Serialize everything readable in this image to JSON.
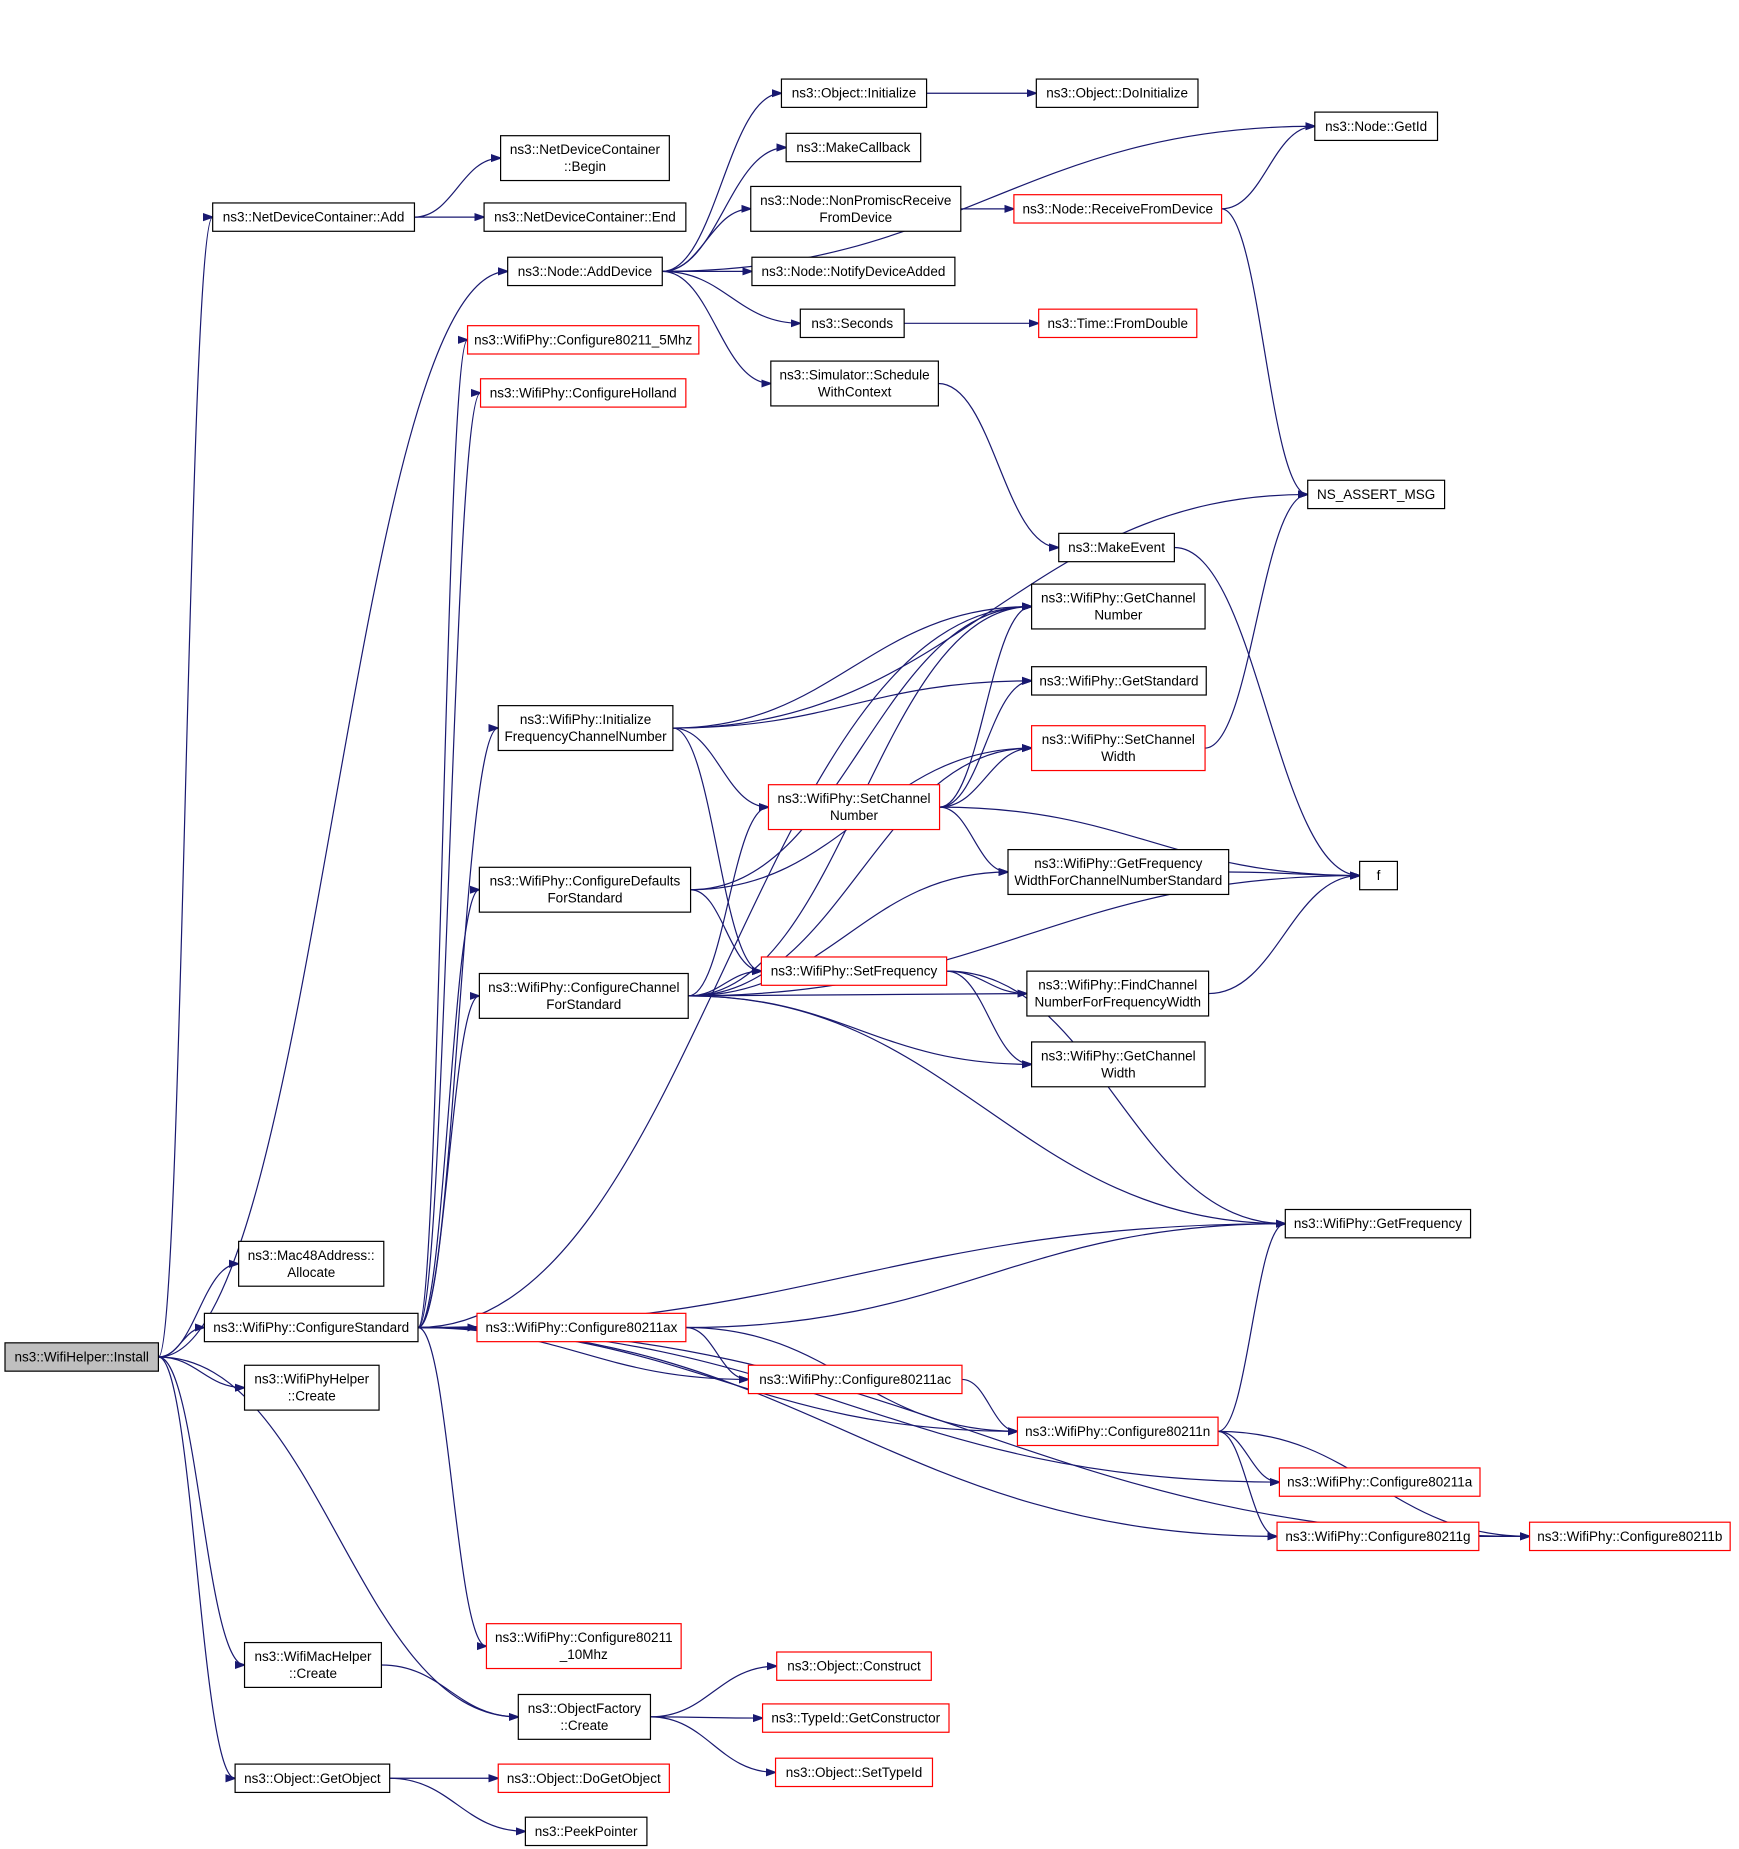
{
  "colors": {
    "edge": "#191970",
    "box_normal": "#000000",
    "box_linked": "#ff0000",
    "box_root_fill": "#bfbfbf"
  },
  "nodes": [
    {
      "id": "install",
      "lines": [
        "ns3::WifiHelper::Install"
      ],
      "style": "root"
    },
    {
      "id": "ndc_add",
      "lines": [
        "ns3::NetDeviceContainer::Add"
      ],
      "style": "normal"
    },
    {
      "id": "ndc_begin",
      "lines": [
        "ns3::NetDeviceContainer",
        "::Begin"
      ],
      "style": "normal"
    },
    {
      "id": "ndc_end",
      "lines": [
        "ns3::NetDeviceContainer::End"
      ],
      "style": "normal"
    },
    {
      "id": "node_adddevice",
      "lines": [
        "ns3::Node::AddDevice"
      ],
      "style": "normal"
    },
    {
      "id": "obj_initialize",
      "lines": [
        "ns3::Object::Initialize"
      ],
      "style": "normal"
    },
    {
      "id": "obj_doinitialize",
      "lines": [
        "ns3::Object::DoInitialize"
      ],
      "style": "normal"
    },
    {
      "id": "makecallback",
      "lines": [
        "ns3::MakeCallback"
      ],
      "style": "normal"
    },
    {
      "id": "node_getid",
      "lines": [
        "ns3::Node::GetId"
      ],
      "style": "normal"
    },
    {
      "id": "node_nonpromisc",
      "lines": [
        "ns3::Node::NonPromiscReceive",
        "FromDevice"
      ],
      "style": "normal"
    },
    {
      "id": "node_receivefrom",
      "lines": [
        "ns3::Node::ReceiveFromDevice"
      ],
      "style": "linked"
    },
    {
      "id": "node_notifydevice",
      "lines": [
        "ns3::Node::NotifyDeviceAdded"
      ],
      "style": "normal"
    },
    {
      "id": "seconds",
      "lines": [
        "ns3::Seconds"
      ],
      "style": "normal"
    },
    {
      "id": "time_fromdouble",
      "lines": [
        "ns3::Time::FromDouble"
      ],
      "style": "linked"
    },
    {
      "id": "sim_schedule",
      "lines": [
        "ns3::Simulator::Schedule",
        "WithContext"
      ],
      "style": "normal"
    },
    {
      "id": "cfg_5mhz",
      "lines": [
        "ns3::WifiPhy::Configure80211_5Mhz"
      ],
      "style": "linked"
    },
    {
      "id": "cfg_holland",
      "lines": [
        "ns3::WifiPhy::ConfigureHolland"
      ],
      "style": "linked"
    },
    {
      "id": "ns_assert",
      "lines": [
        "NS_ASSERT_MSG"
      ],
      "style": "normal"
    },
    {
      "id": "makeevent",
      "lines": [
        "ns3::MakeEvent"
      ],
      "style": "normal"
    },
    {
      "id": "get_channel_number",
      "lines": [
        "ns3::WifiPhy::GetChannel",
        "Number"
      ],
      "style": "normal"
    },
    {
      "id": "get_standard",
      "lines": [
        "ns3::WifiPhy::GetStandard"
      ],
      "style": "normal"
    },
    {
      "id": "init_freq",
      "lines": [
        "ns3::WifiPhy::Initialize",
        "FrequencyChannelNumber"
      ],
      "style": "normal"
    },
    {
      "id": "set_channel_width",
      "lines": [
        "ns3::WifiPhy::SetChannel",
        "Width"
      ],
      "style": "linked"
    },
    {
      "id": "set_channel_number",
      "lines": [
        "ns3::WifiPhy::SetChannel",
        "Number"
      ],
      "style": "linked"
    },
    {
      "id": "cfg_defaults",
      "lines": [
        "ns3::WifiPhy::ConfigureDefaults",
        "ForStandard"
      ],
      "style": "normal"
    },
    {
      "id": "get_freq_width",
      "lines": [
        "ns3::WifiPhy::GetFrequency",
        "WidthForChannelNumberStandard"
      ],
      "style": "normal"
    },
    {
      "id": "f",
      "lines": [
        "f"
      ],
      "style": "normal"
    },
    {
      "id": "cfg_channel",
      "lines": [
        "ns3::WifiPhy::ConfigureChannel",
        "ForStandard"
      ],
      "style": "normal"
    },
    {
      "id": "set_frequency",
      "lines": [
        "ns3::WifiPhy::SetFrequency"
      ],
      "style": "linked"
    },
    {
      "id": "find_channel",
      "lines": [
        "ns3::WifiPhy::FindChannel",
        "NumberForFrequencyWidth"
      ],
      "style": "normal"
    },
    {
      "id": "get_channel_width",
      "lines": [
        "ns3::WifiPhy::GetChannel",
        "Width"
      ],
      "style": "normal"
    },
    {
      "id": "get_frequency",
      "lines": [
        "ns3::WifiPhy::GetFrequency"
      ],
      "style": "normal"
    },
    {
      "id": "mac48_allocate",
      "lines": [
        "ns3::Mac48Address::",
        "Allocate"
      ],
      "style": "normal"
    },
    {
      "id": "cfg_standard",
      "lines": [
        "ns3::WifiPhy::ConfigureStandard"
      ],
      "style": "normal"
    },
    {
      "id": "cfg_ax",
      "lines": [
        "ns3::WifiPhy::Configure80211ax"
      ],
      "style": "linked"
    },
    {
      "id": "cfg_ac",
      "lines": [
        "ns3::WifiPhy::Configure80211ac"
      ],
      "style": "linked"
    },
    {
      "id": "phyhelper_create",
      "lines": [
        "ns3::WifiPhyHelper",
        "::Create"
      ],
      "style": "normal"
    },
    {
      "id": "cfg_n",
      "lines": [
        "ns3::WifiPhy::Configure80211n"
      ],
      "style": "linked"
    },
    {
      "id": "cfg_a",
      "lines": [
        "ns3::WifiPhy::Configure80211a"
      ],
      "style": "linked"
    },
    {
      "id": "cfg_g",
      "lines": [
        "ns3::WifiPhy::Configure80211g"
      ],
      "style": "linked"
    },
    {
      "id": "cfg_b",
      "lines": [
        "ns3::WifiPhy::Configure80211b"
      ],
      "style": "linked"
    },
    {
      "id": "cfg_10mhz",
      "lines": [
        "ns3::WifiPhy::Configure80211",
        "_10Mhz"
      ],
      "style": "linked"
    },
    {
      "id": "machelper_create",
      "lines": [
        "ns3::WifiMacHelper",
        "::Create"
      ],
      "style": "normal"
    },
    {
      "id": "objfactory_create",
      "lines": [
        "ns3::ObjectFactory",
        "::Create"
      ],
      "style": "normal"
    },
    {
      "id": "obj_construct",
      "lines": [
        "ns3::Object::Construct"
      ],
      "style": "linked"
    },
    {
      "id": "typeid_getconstructor",
      "lines": [
        "ns3::TypeId::GetConstructor"
      ],
      "style": "linked"
    },
    {
      "id": "obj_settypeid",
      "lines": [
        "ns3::Object::SetTypeId"
      ],
      "style": "linked"
    },
    {
      "id": "obj_getobject",
      "lines": [
        "ns3::Object::GetObject"
      ],
      "style": "normal"
    },
    {
      "id": "obj_dogetobject",
      "lines": [
        "ns3::Object::DoGetObject"
      ],
      "style": "linked"
    },
    {
      "id": "peekpointer",
      "lines": [
        "ns3::PeekPointer"
      ],
      "style": "normal"
    }
  ],
  "edges": [
    [
      "install",
      "ndc_add"
    ],
    [
      "install",
      "node_adddevice"
    ],
    [
      "install",
      "mac48_allocate"
    ],
    [
      "install",
      "cfg_standard"
    ],
    [
      "install",
      "phyhelper_create"
    ],
    [
      "install",
      "machelper_create"
    ],
    [
      "install",
      "objfactory_create"
    ],
    [
      "install",
      "obj_getobject"
    ],
    [
      "ndc_add",
      "ndc_begin"
    ],
    [
      "ndc_add",
      "ndc_end"
    ],
    [
      "node_adddevice",
      "obj_initialize"
    ],
    [
      "node_adddevice",
      "makecallback"
    ],
    [
      "node_adddevice",
      "node_getid"
    ],
    [
      "node_adddevice",
      "node_nonpromisc"
    ],
    [
      "node_adddevice",
      "node_notifydevice"
    ],
    [
      "node_adddevice",
      "seconds"
    ],
    [
      "node_adddevice",
      "sim_schedule"
    ],
    [
      "obj_initialize",
      "obj_doinitialize"
    ],
    [
      "node_nonpromisc",
      "node_receivefrom"
    ],
    [
      "node_receivefrom",
      "node_getid"
    ],
    [
      "node_receivefrom",
      "ns_assert"
    ],
    [
      "seconds",
      "time_fromdouble"
    ],
    [
      "sim_schedule",
      "makeevent"
    ],
    [
      "makeevent",
      "f"
    ],
    [
      "init_freq",
      "ns_assert"
    ],
    [
      "init_freq",
      "get_channel_number"
    ],
    [
      "init_freq",
      "get_standard"
    ],
    [
      "init_freq",
      "set_channel_number"
    ],
    [
      "init_freq",
      "set_frequency"
    ],
    [
      "set_channel_width",
      "ns_assert"
    ],
    [
      "set_channel_number",
      "get_channel_number"
    ],
    [
      "set_channel_number",
      "get_standard"
    ],
    [
      "set_channel_number",
      "set_channel_width"
    ],
    [
      "set_channel_number",
      "get_freq_width"
    ],
    [
      "set_channel_number",
      "f"
    ],
    [
      "get_freq_width",
      "f"
    ],
    [
      "cfg_defaults",
      "get_channel_number"
    ],
    [
      "cfg_defaults",
      "set_channel_width"
    ],
    [
      "cfg_defaults",
      "set_frequency"
    ],
    [
      "cfg_channel",
      "get_channel_number"
    ],
    [
      "cfg_channel",
      "set_channel_width"
    ],
    [
      "cfg_channel",
      "set_channel_number"
    ],
    [
      "cfg_channel",
      "get_freq_width"
    ],
    [
      "cfg_channel",
      "set_frequency"
    ],
    [
      "cfg_channel",
      "find_channel"
    ],
    [
      "cfg_channel",
      "get_channel_width"
    ],
    [
      "cfg_channel",
      "f"
    ],
    [
      "cfg_channel",
      "get_frequency"
    ],
    [
      "set_frequency",
      "find_channel"
    ],
    [
      "set_frequency",
      "get_channel_width"
    ],
    [
      "set_frequency",
      "get_frequency"
    ],
    [
      "find_channel",
      "f"
    ],
    [
      "cfg_standard",
      "cfg_5mhz"
    ],
    [
      "cfg_standard",
      "cfg_holland"
    ],
    [
      "cfg_standard",
      "get_channel_number"
    ],
    [
      "cfg_standard",
      "init_freq"
    ],
    [
      "cfg_standard",
      "cfg_defaults"
    ],
    [
      "cfg_standard",
      "cfg_channel"
    ],
    [
      "cfg_standard",
      "get_frequency"
    ],
    [
      "cfg_standard",
      "cfg_ax"
    ],
    [
      "cfg_standard",
      "cfg_ac"
    ],
    [
      "cfg_standard",
      "cfg_n"
    ],
    [
      "cfg_standard",
      "cfg_a"
    ],
    [
      "cfg_standard",
      "cfg_g"
    ],
    [
      "cfg_standard",
      "cfg_b"
    ],
    [
      "cfg_standard",
      "cfg_10mhz"
    ],
    [
      "cfg_ax",
      "get_frequency"
    ],
    [
      "cfg_ax",
      "cfg_ac"
    ],
    [
      "cfg_ax",
      "cfg_n"
    ],
    [
      "cfg_ac",
      "cfg_n"
    ],
    [
      "cfg_n",
      "get_frequency"
    ],
    [
      "cfg_n",
      "cfg_a"
    ],
    [
      "cfg_n",
      "cfg_g"
    ],
    [
      "cfg_n",
      "cfg_b"
    ],
    [
      "cfg_g",
      "cfg_b"
    ],
    [
      "machelper_create",
      "objfactory_create"
    ],
    [
      "objfactory_create",
      "obj_construct"
    ],
    [
      "objfactory_create",
      "typeid_getconstructor"
    ],
    [
      "objfactory_create",
      "obj_settypeid"
    ],
    [
      "obj_getobject",
      "obj_dogetobject"
    ],
    [
      "obj_getobject",
      "peekpointer"
    ]
  ]
}
